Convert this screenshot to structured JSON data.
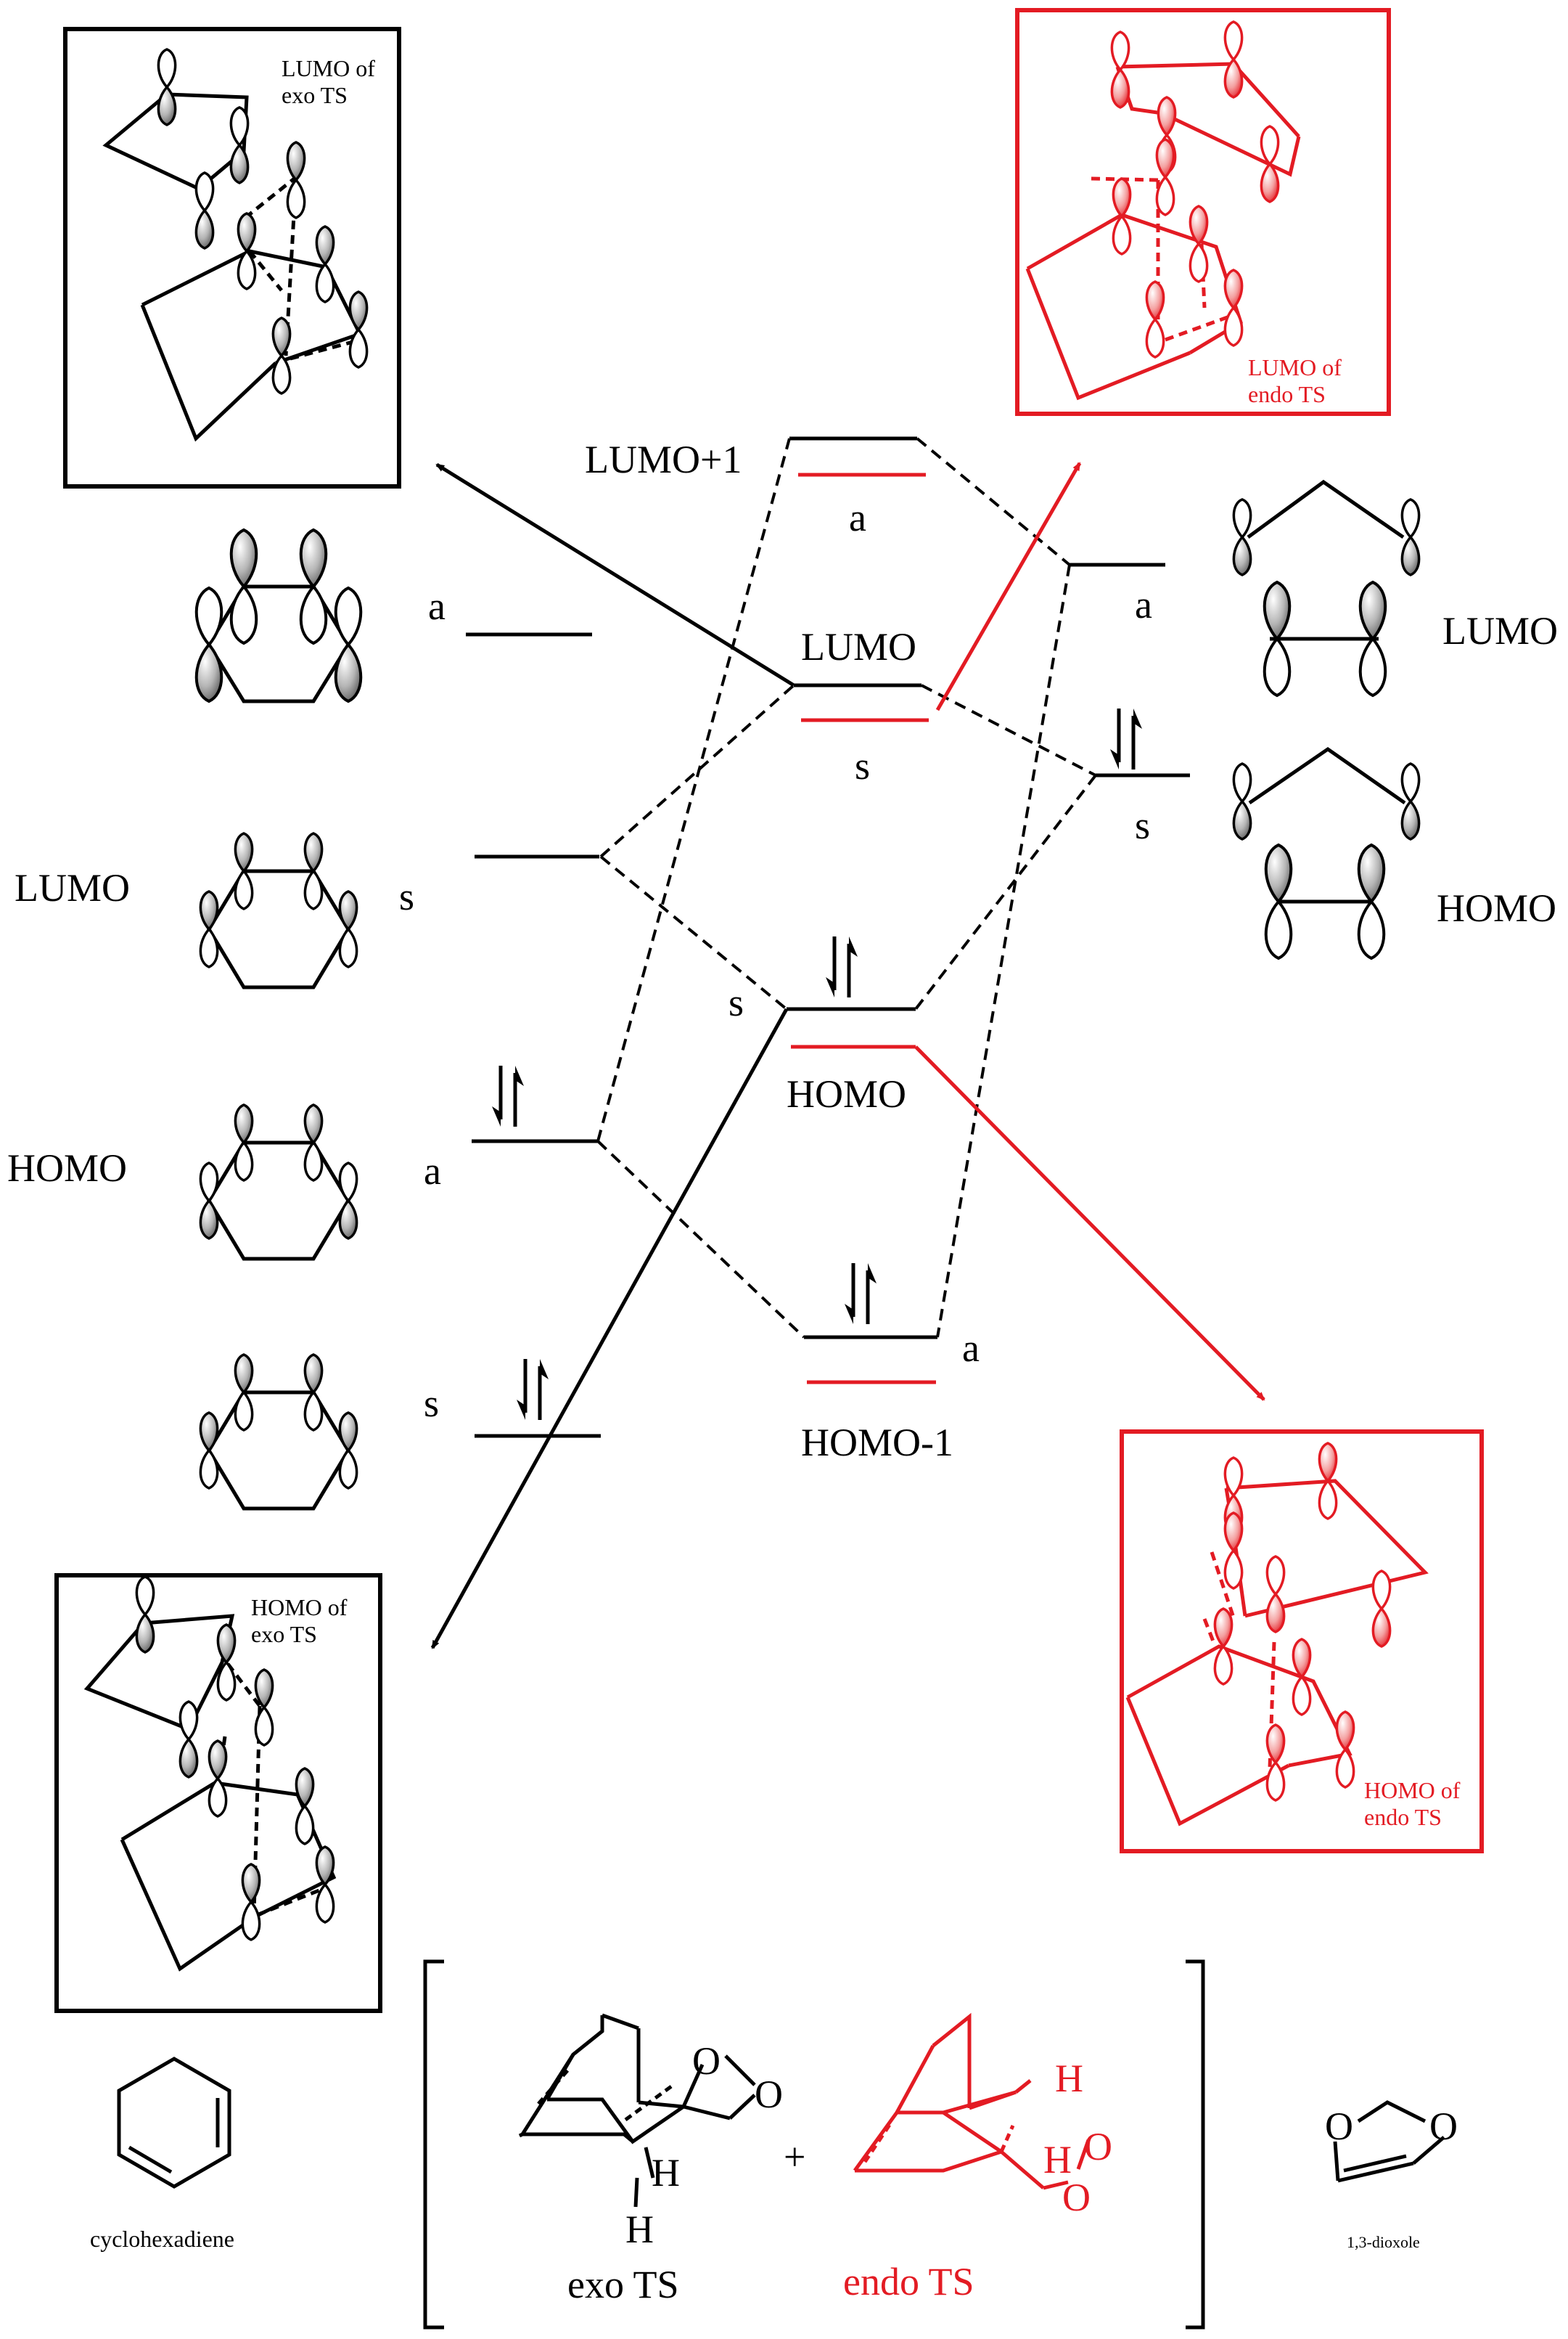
{
  "colors": {
    "black": "#000000",
    "red": "#e31b23",
    "orbital_grey": "#9a9a9a",
    "orbital_red": "#f08080"
  },
  "left_levels": {
    "a_top": "a",
    "lumo_label": "LUMO",
    "lumo_sym": "s",
    "homo_label": "HOMO",
    "homo_sym": "a",
    "bottom_sym": "s"
  },
  "center_levels": {
    "lumo_plus1": "LUMO+1",
    "lumo_plus1_sym": "a",
    "lumo": "LUMO",
    "lumo_sym": "s",
    "homo_left_sym": "s",
    "homo": "HOMO",
    "homo_minus1": "HOMO-1",
    "homo_minus1_sym": "a"
  },
  "right_levels": {
    "lumo_sym": "a",
    "lumo_label": "LUMO",
    "homo_sym": "s",
    "homo_label": "HOMO"
  },
  "boxes": {
    "exo_lumo": "LUMO of\nexo TS",
    "endo_lumo": "LUMO of\nendo TS",
    "exo_homo": "HOMO of\nexo TS",
    "endo_homo": "HOMO of\nendo TS"
  },
  "bottom": {
    "cyclohexadiene": "cyclohexadiene",
    "dioxole": "1,3-dioxole",
    "exo_ts": "exo TS",
    "endo_ts": "endo TS",
    "plus": "+",
    "o": "O",
    "h": "H"
  }
}
